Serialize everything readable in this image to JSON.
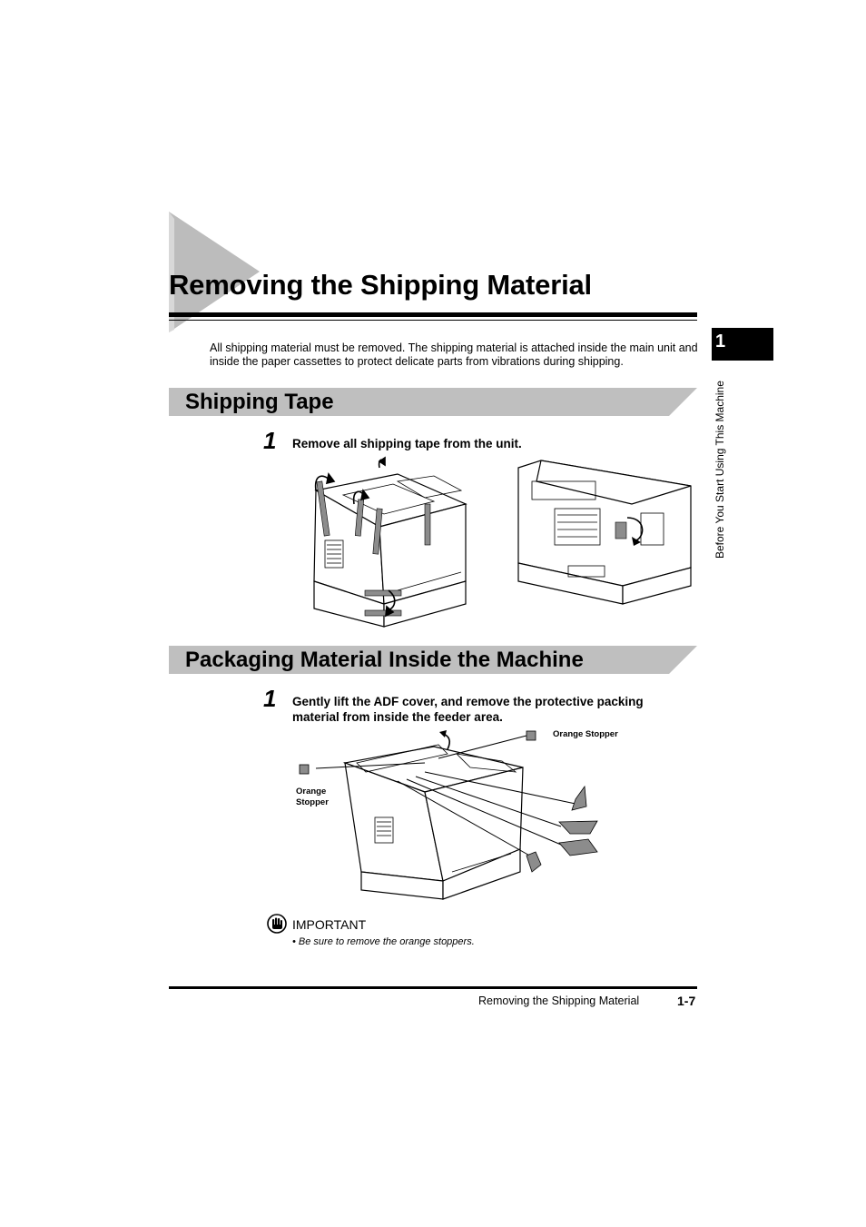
{
  "page": {
    "title": "Removing the Shipping Material",
    "intro": "All shipping material must be removed. The shipping material is attached inside the main unit and inside the paper cassettes to protect delicate parts from vibrations during shipping."
  },
  "chapter_tab": {
    "number": "1",
    "label": "Before You Start Using This Machine"
  },
  "sections": [
    {
      "title": "Shipping Tape",
      "step_number": "1",
      "step_text": "Remove all shipping tape from the unit."
    },
    {
      "title": "Packaging Material Inside the Machine",
      "step_number": "1",
      "step_text": "Gently lift the ADF cover, and remove the protective packing material from inside the feeder area.",
      "callouts": [
        "Orange Stopper",
        "Orange Stopper"
      ]
    }
  ],
  "important": {
    "label": "IMPORTANT",
    "note": "Be sure to remove the orange stoppers."
  },
  "footer": {
    "title": "Removing the Shipping Material",
    "page": "1-7"
  }
}
